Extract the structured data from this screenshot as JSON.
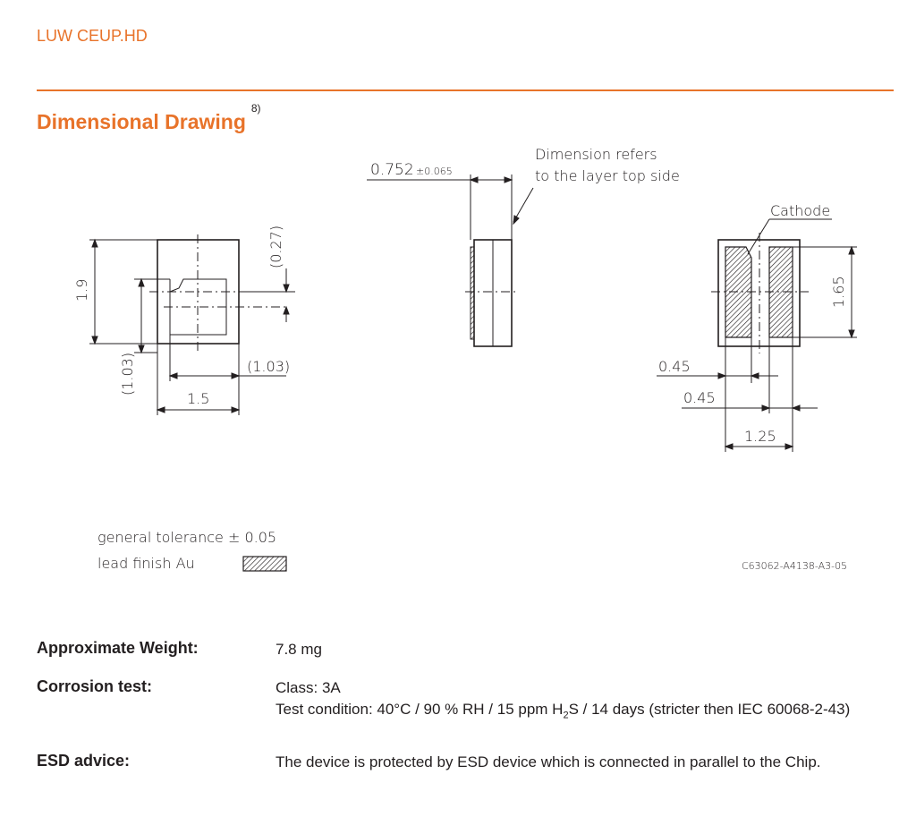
{
  "header": {
    "product": "LUW CEUP.HD",
    "accent_color": "#e8732a"
  },
  "section": {
    "title": "Dimensional Drawing",
    "footnote": "8)"
  },
  "drawing": {
    "dim_top_width": "0.752",
    "dim_top_tol": "±0.065",
    "note_line1": "Dimension refers",
    "note_line2": "to the layer top side",
    "cathode": "Cathode",
    "dim_19": "1.9",
    "dim_027": "(0.27)",
    "dim_103_right": "(1.03)",
    "dim_103_left": "(1.03)",
    "dim_15": "1.5",
    "dim_165": "1.65",
    "dim_045_a": "0.45",
    "dim_045_b": "0.45",
    "dim_125": "1.25",
    "general_tolerance": "general tolerance ± 0.05",
    "lead_finish": "lead finish Au",
    "drawing_number": "C63062-A4138-A3-05"
  },
  "properties": {
    "weight_label": "Approximate Weight:",
    "weight_value": "7.8 mg",
    "corrosion_label": "Corrosion test:",
    "corrosion_class": "Class: 3A",
    "corrosion_cond_pre": "Test condition: 40°C / 90 % RH / 15 ppm H",
    "corrosion_cond_sub": "2",
    "corrosion_cond_post": "S / 14 days (stricter then IEC 60068-2-43)",
    "esd_label": "ESD advice:",
    "esd_value": "The device is protected by ESD device which is connected in parallel to the Chip."
  }
}
